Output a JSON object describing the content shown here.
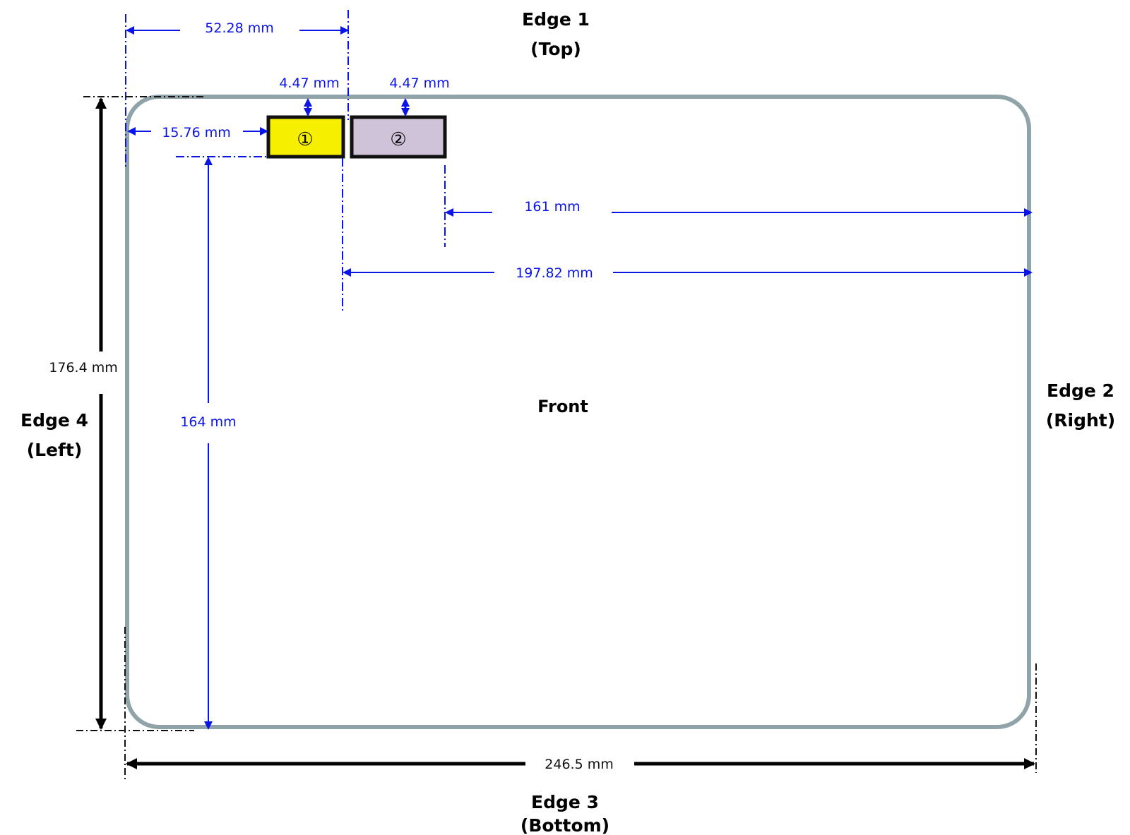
{
  "edges": {
    "top": {
      "name": "Edge 1",
      "side": "(Top)"
    },
    "right": {
      "name": "Edge 2",
      "side": "(Right)"
    },
    "bottom": {
      "name": "Edge 3",
      "side": "(Bottom)"
    },
    "left": {
      "name": "Edge 4",
      "side": "(Left)"
    }
  },
  "face_label": "Front",
  "dimensions": {
    "overall_width": "246.5 mm",
    "overall_height": "176.4 mm",
    "left_to_box2": "52.28 mm",
    "box1_top_gap": "4.47 mm",
    "box2_top_gap": "4.47 mm",
    "left_to_box1": "15.76 mm",
    "box2_to_right": "161 mm",
    "box1_to_right": "197.82 mm",
    "box_bottom_to_bottom": "164 mm"
  },
  "markers": {
    "box1": "①",
    "box2": "②"
  },
  "colors": {
    "card_outline": "#8fa3a8",
    "dimension_blue": "#0a14e6",
    "box1_fill": "#f7ef00",
    "box2_fill": "#cfc3d9"
  }
}
